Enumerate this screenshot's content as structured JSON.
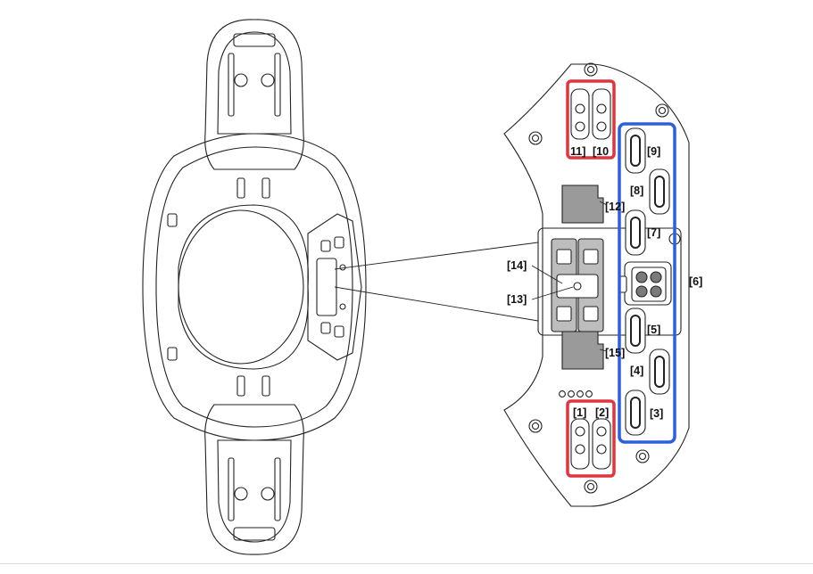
{
  "labels": {
    "l1": "[1]",
    "l2": "[2]",
    "l3": "[3]",
    "l4": "[4]",
    "l5": "[5]",
    "l6": "[6]",
    "l7": "[7]",
    "l8": "[8]",
    "l9": "[9]",
    "l10": "[10",
    "l11": "11]",
    "l12": "[12]",
    "l13": "[13]",
    "l14": "[14]",
    "l15": "[15]"
  },
  "colors": {
    "highlight_red": "#e0353e",
    "highlight_blue": "#2a5fe0",
    "line": "#222222",
    "shade": "#9a9a9a"
  }
}
